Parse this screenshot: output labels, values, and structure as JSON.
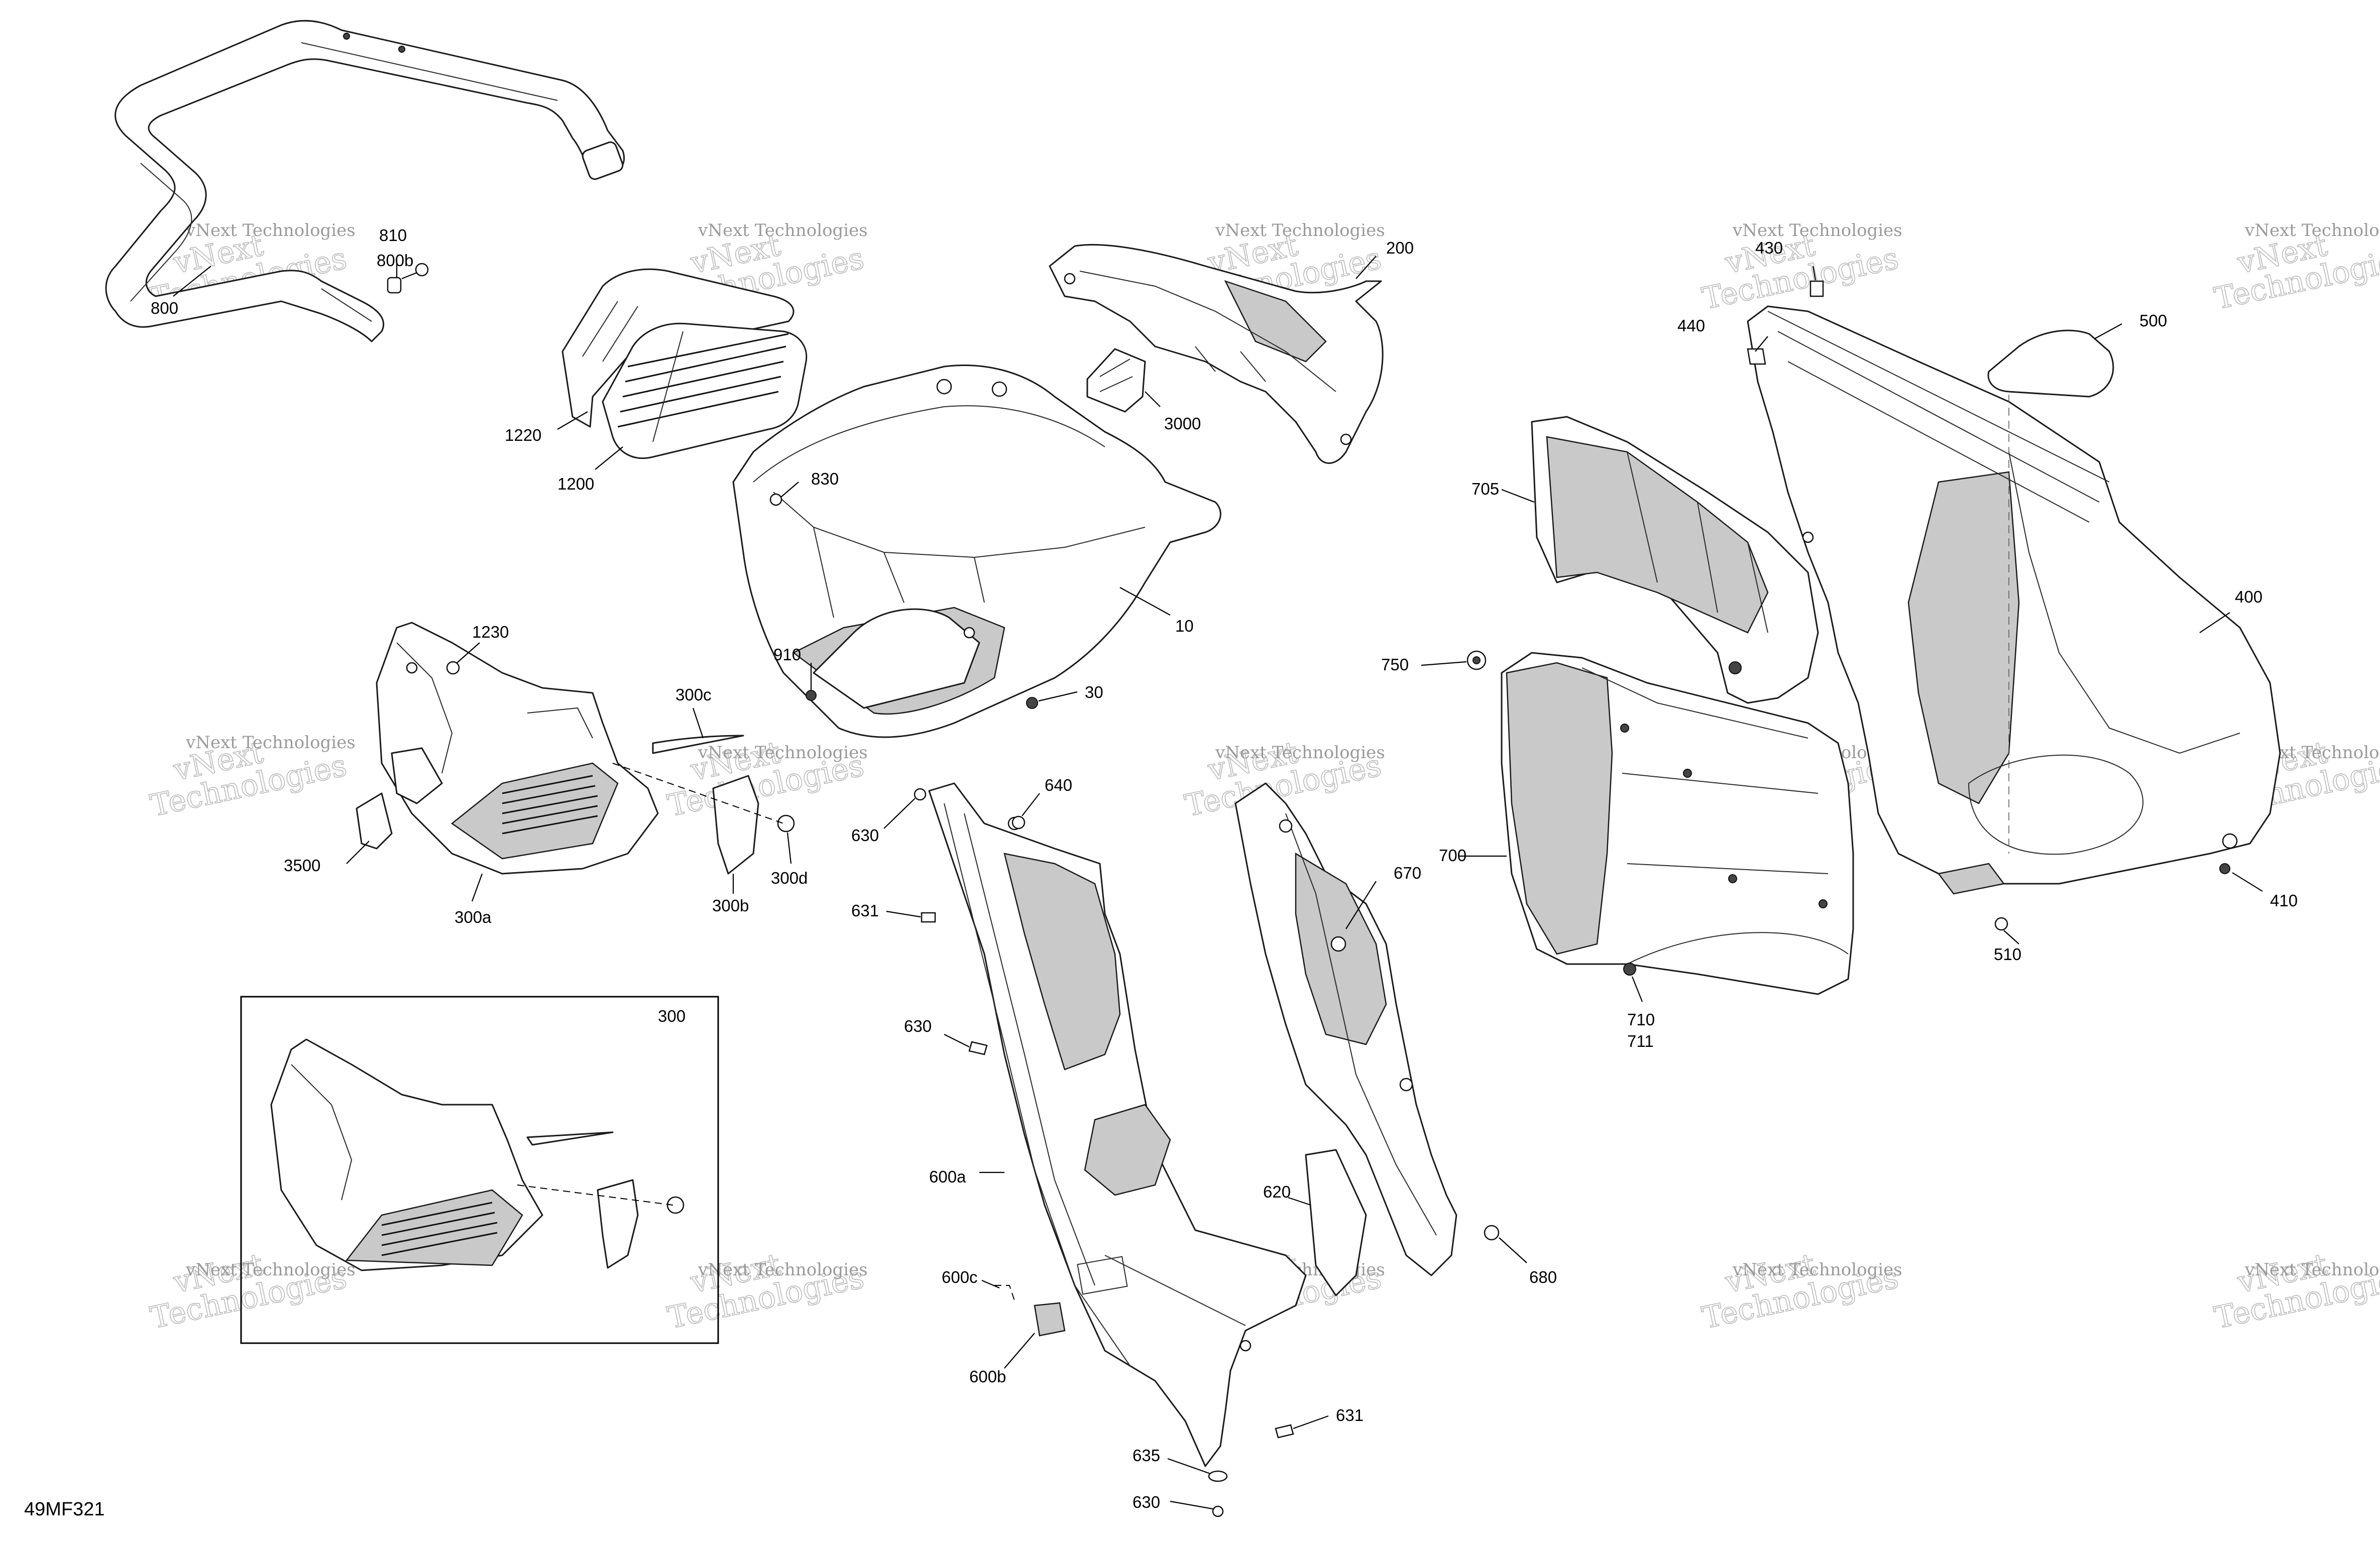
{
  "diagram": {
    "reference_code": "49MF321",
    "watermark": {
      "line1": "vNext",
      "line2": "Technologies",
      "caption": "vNext Technologies"
    },
    "callouts": {
      "c800": "800",
      "c800b": "800b",
      "c810": "810",
      "c1220": "1220",
      "c1200": "1200",
      "c830": "830",
      "c10": "10",
      "c910": "910",
      "c30": "30",
      "c3000": "3000",
      "c200": "200",
      "c1230": "1230",
      "c300c": "300c",
      "c3500": "3500",
      "c300a": "300a",
      "c300b": "300b",
      "c300d": "300d",
      "c300": "300",
      "c640": "640",
      "c630_top": "630",
      "c631_top": "631",
      "c630_mid": "630",
      "c600a": "600a",
      "c600c": "600c",
      "c600b": "600b",
      "c635": "635",
      "c630_bottom": "630",
      "c631_bottom": "631",
      "c620": "620",
      "c670": "670",
      "c680": "680",
      "c705": "705",
      "c750": "750",
      "c700": "700",
      "c710": "710",
      "c711": "711",
      "c430": "430",
      "c440": "440",
      "c500": "500",
      "c400": "400",
      "c410": "410",
      "c510": "510"
    }
  }
}
